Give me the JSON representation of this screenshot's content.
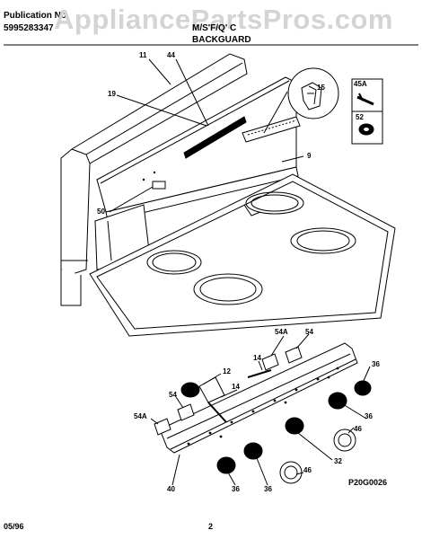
{
  "header": {
    "publication_label": "Publication No.",
    "publication_number": "5995283347",
    "model": "M/S'F/Q' C",
    "section_title": "BACKGUARD",
    "watermark": "AppliancePartsPros.com"
  },
  "callouts": {
    "c11": "11",
    "c44": "44",
    "c19": "19",
    "c15": "15",
    "c45A": "45A",
    "c52": "52",
    "c9": "9",
    "c50": "50",
    "c54a_top": "54A",
    "c54_top": "54",
    "c12": "12",
    "c14a": "14",
    "c14b": "14",
    "c54_left": "54",
    "c54a_left": "54A",
    "c36_r1": "36",
    "c36_r2": "36",
    "c46_r": "46",
    "c32": "32",
    "c46_b": "46",
    "c40": "40",
    "c36_b1": "36",
    "c36_b2": "36"
  },
  "footer": {
    "figure_code": "P20G0026",
    "date": "05/96",
    "page_number": "2"
  }
}
